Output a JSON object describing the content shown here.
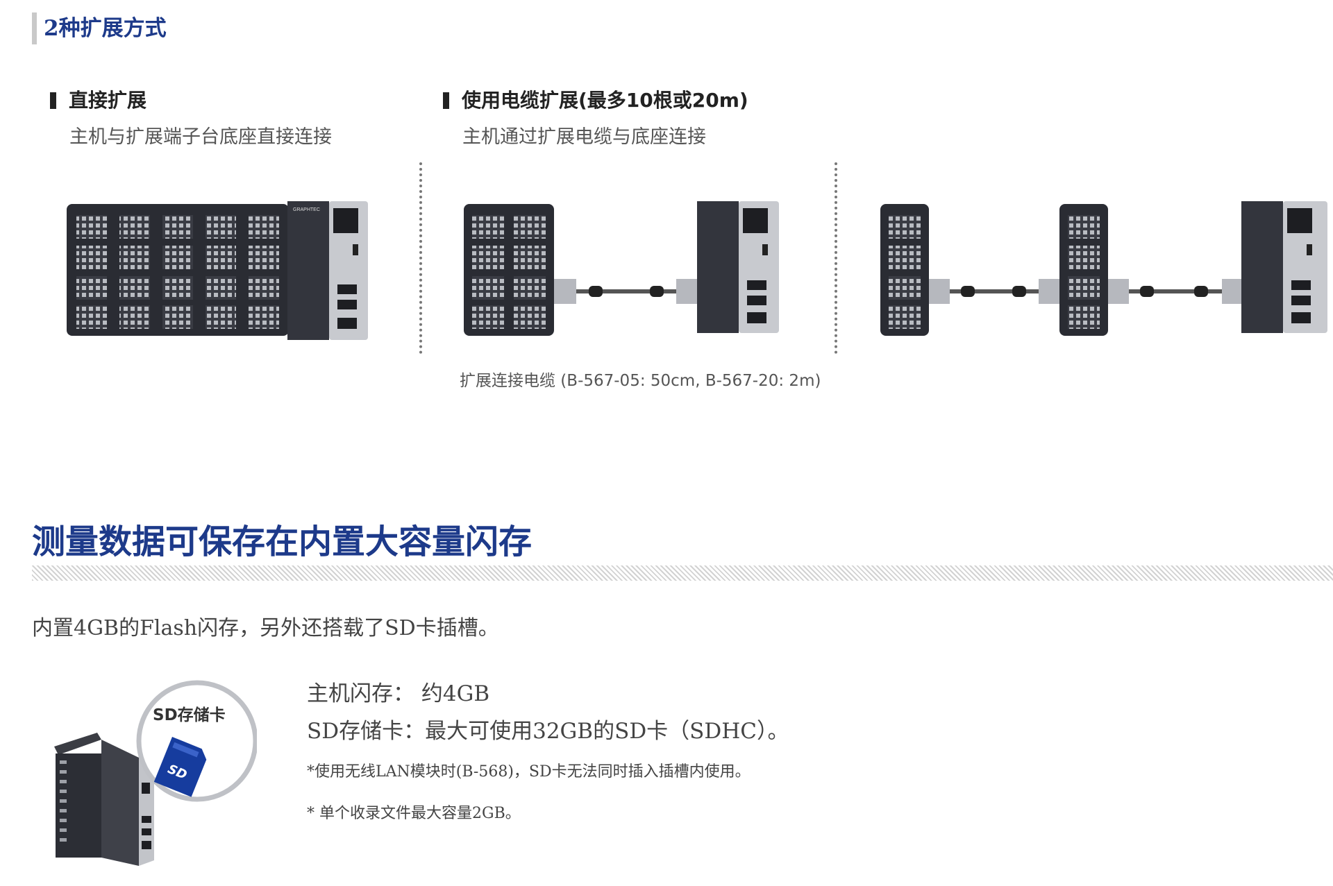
{
  "section_title": "2种扩展方式",
  "direct": {
    "heading": "直接扩展",
    "subtitle": "主机与扩展端子台底座直接连接"
  },
  "cable": {
    "heading": "使用电缆扩展(最多10根或20m)",
    "subtitle": "主机通过扩展电缆与底座连接",
    "caption": "扩展连接电缆 (B-567-05: 50cm, B-567-20: 2m)"
  },
  "device": {
    "brand": "GRAPHTEC"
  },
  "memory": {
    "heading": "测量数据可保存在内置大容量闪存",
    "intro": "内置4GB的Flash闪存，另外还搭载了SD卡插槽。",
    "sd_badge": "SD存储卡",
    "line1": "主机闪存：  约4GB",
    "line2": "SD存储卡：最大可使用32GB的SD卡（SDHC）。",
    "note1": "*使用无线LAN模块时(B-568)，SD卡无法同时插入插槽内使用。",
    "note2": "* 单个收录文件最大容量2GB。"
  }
}
